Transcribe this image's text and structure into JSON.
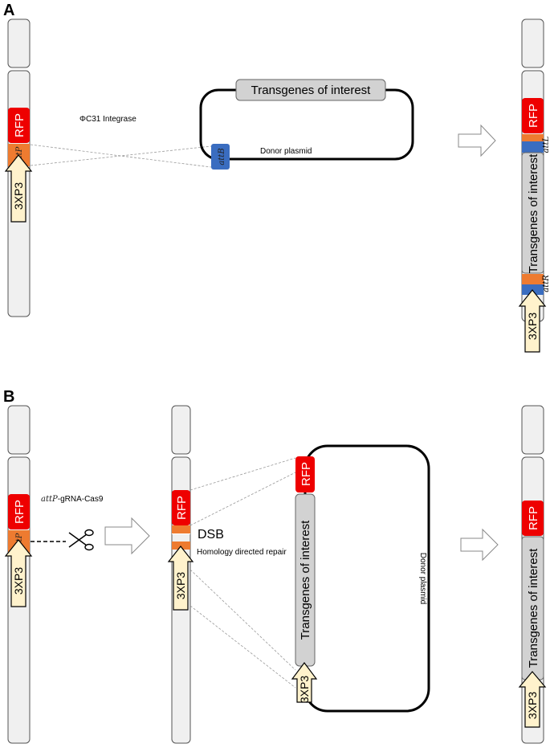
{
  "panels": {
    "a": "A",
    "b": "B"
  },
  "labels": {
    "rfp": "RFP",
    "attP": "attP",
    "attB": "attB",
    "attL": "attL",
    "attR": "attR",
    "promoter": "3XP3",
    "transgenes": "Transgenes of interest",
    "integrase": "ΦC31 Integrase",
    "donor": "Donor plasmid",
    "cas9_suffix": "-gRNA-Cas9",
    "dsb": "DSB",
    "hdr": "Homology directed repair"
  },
  "colors": {
    "rfp": "#ee0000",
    "attP": "#ee7b30",
    "attB": "#3a6dc0",
    "transgene": "#d2d2d2",
    "promoter": "#fff2cc",
    "chromosome": "#f0f0f0"
  },
  "icons": [
    "scissors-icon",
    "process-arrow-icon"
  ]
}
